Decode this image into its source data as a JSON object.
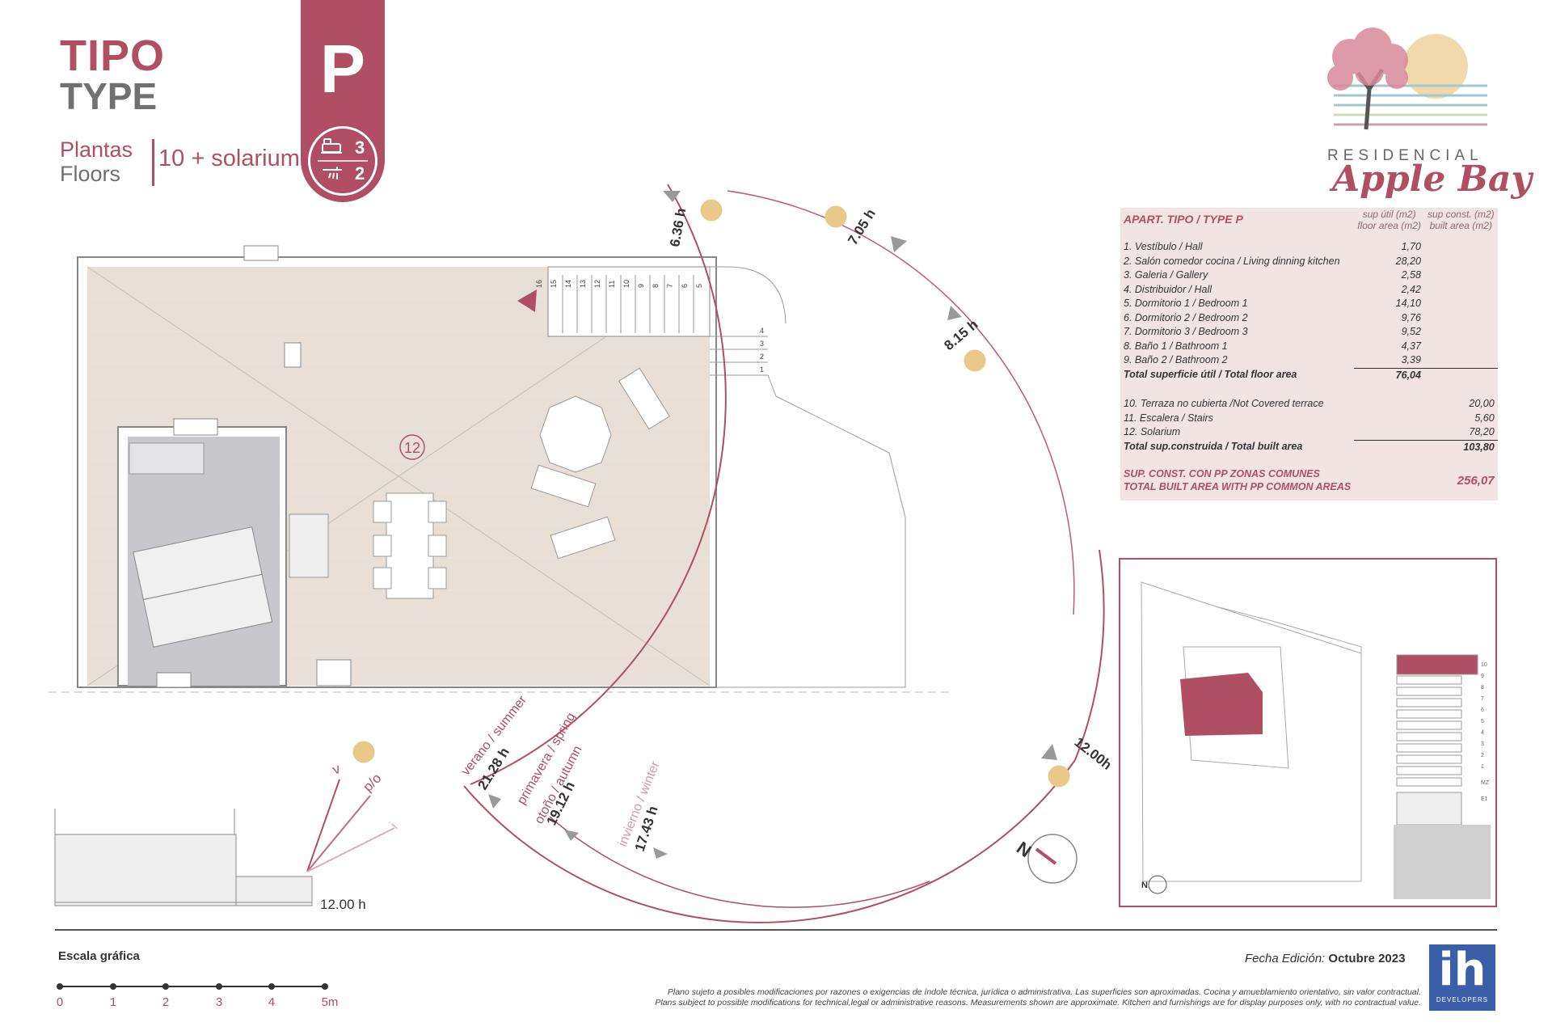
{
  "header": {
    "tipo": "TIPO",
    "type": "TYPE",
    "plantas": "Plantas",
    "floors": "Floors",
    "floors_value": "10 + solarium",
    "letter": "P",
    "bedrooms": "3",
    "bathrooms": "2"
  },
  "logo": {
    "residencial": "RESIDENCIAL",
    "name": "Apple Bay"
  },
  "area_table": {
    "title": "APART. TIPO / TYPE P",
    "col1_title": "sup útil (m2)",
    "col1_sub": "floor area (m2)",
    "col2_title": "sup const. (m2)",
    "col2_sub": "built area (m2)",
    "rooms": [
      {
        "label": "1. Vestíbulo / Hall",
        "value": "1,70"
      },
      {
        "label": "2. Salón comedor cocina / Living dinning kitchen",
        "value": "28,20"
      },
      {
        "label": "3. Galeria / Gallery",
        "value": "2,58"
      },
      {
        "label": "4. Distribuidor / Hall",
        "value": "2,42"
      },
      {
        "label": "5. Dormitorio 1 / Bedroom 1",
        "value": "14,10"
      },
      {
        "label": "6. Dormitorio 2 / Bedroom 2",
        "value": "9,76"
      },
      {
        "label": "7. Dormitorio 3 / Bedroom 3",
        "value": "9,52"
      },
      {
        "label": "8. Baño 1 / Bathroom 1",
        "value": "4,37"
      },
      {
        "label": "9. Baño 2 / Bathroom 2",
        "value": "3,39"
      }
    ],
    "total_floor_label": "Total superficie útil / Total floor area",
    "total_floor_value": "76,04",
    "extras": [
      {
        "label": "10. Terraza no cubierta /Not Covered terrace",
        "value": "20,00"
      },
      {
        "label": "11. Escalera / Stairs",
        "value": "5,60"
      },
      {
        "label": "12. Solarium",
        "value": "78,20"
      }
    ],
    "total_built_label": "Total sup.construida / Total built area",
    "total_built_value": "103,80",
    "pp_label_1": "SUP. CONST. CON PP ZONAS COMUNES",
    "pp_label_2": "TOTAL BUILT AREA WITH PP COMMON AREAS",
    "pp_value": "256,07"
  },
  "plan": {
    "room_number": "12",
    "stair_steps": [
      "16",
      "15",
      "14",
      "13",
      "12",
      "11",
      "10",
      "9",
      "8",
      "7",
      "6",
      "5"
    ],
    "stair_steps_low": [
      "4",
      "3",
      "2",
      "1"
    ]
  },
  "sun": {
    "times": [
      "6.36 h",
      "7.05 h",
      "8.15 h",
      "12.00h"
    ],
    "summer_label": "verano / summer",
    "summer_time": "21.28 h",
    "spring_label": "primavera / spring",
    "autumn_label": "otoño / autumn",
    "spring_time": "19.12 h",
    "winter_label": "invierno / winter",
    "winter_time": "17.43 h",
    "section_labels": [
      "v",
      "p/o",
      "i"
    ],
    "section_time": "12.00 h",
    "north": "N"
  },
  "key_plan": {
    "levels": [
      "10",
      "9",
      "8",
      "7",
      "6",
      "5",
      "4",
      "3",
      "2",
      "1",
      "MZ",
      "E1"
    ],
    "north": "N"
  },
  "scale": {
    "title": "Escala gráfica",
    "ticks": [
      "0",
      "1",
      "2",
      "3",
      "4",
      "5m"
    ]
  },
  "footer": {
    "fecha_label": "Fecha Edición:",
    "fecha_value": "Octubre 2023",
    "disclaimer_es": "Plano sujeto a posibles modificaciones por razones o exigencias de índole técnica, jurídica o administrativa. Las superficies son aproximadas. Cocina y amueblamiento orientativo, sin valor contractual.",
    "disclaimer_en": "Plans subject to possible modifications for technical,legal or administrative reasons. Measurements shown are approximate. Kitchen and furnishings are for display purposes only, with no contractual value.",
    "brand": "ih",
    "brand_sub": "DEVELOPERS"
  },
  "colors": {
    "brand": "#b04f63",
    "table_bg": "#f3e4e4",
    "solarium": "#e8dfd6",
    "sun": "#e8c98a",
    "grey": "#707070"
  }
}
